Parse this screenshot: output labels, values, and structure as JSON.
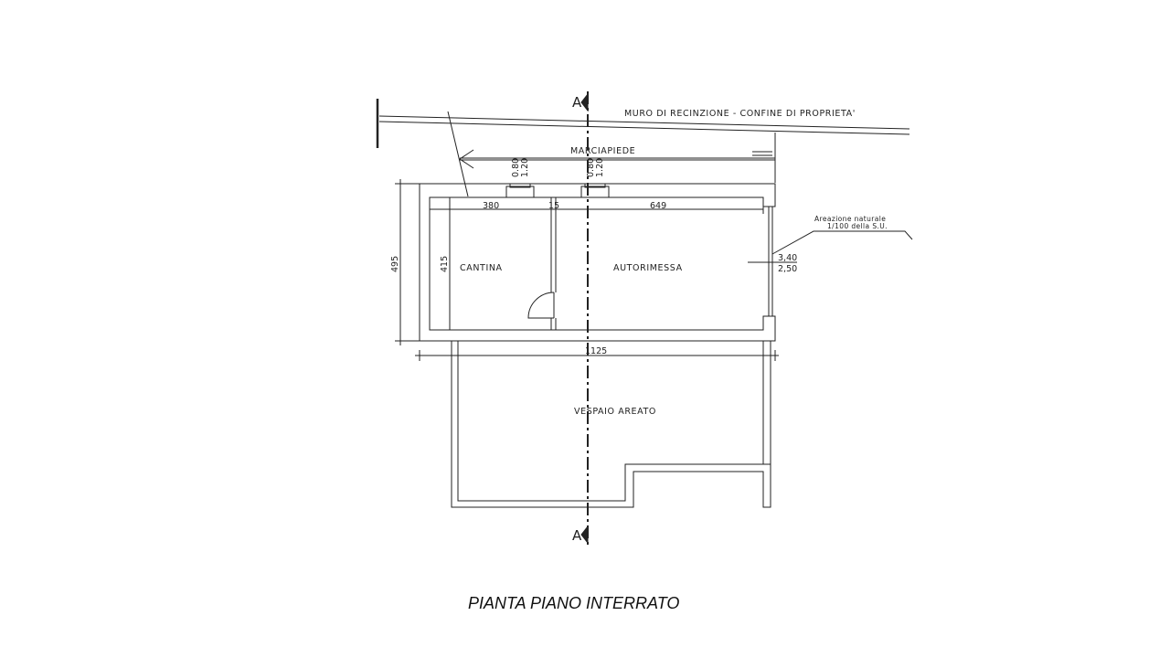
{
  "title": "PIANTA PIANO INTERRATO",
  "labels": {
    "boundary": "MURO DI RECINZIONE - CONFINE DI PROPRIETA'",
    "sidewalk": "MARCIAPIEDE",
    "cellar": "CANTINA",
    "garage": "AUTORIMESSA",
    "crawl_space": "VESPAIO AREATO",
    "ventilation_note_1": "Areazione naturale",
    "ventilation_note_2": "1/100 della S.U."
  },
  "section_markers": {
    "top": "A",
    "bottom": "A"
  },
  "dimensions": {
    "cellar_width": "380",
    "partition": "15",
    "garage_width": "649",
    "total_width": "1125",
    "outer_depth": "495",
    "inner_depth": "415",
    "opening_1_width": "0.80",
    "opening_1_height": "1.20",
    "opening_2_width": "0.80",
    "opening_2_height": "1.20",
    "door_width": "3,40",
    "door_height": "2,50"
  }
}
